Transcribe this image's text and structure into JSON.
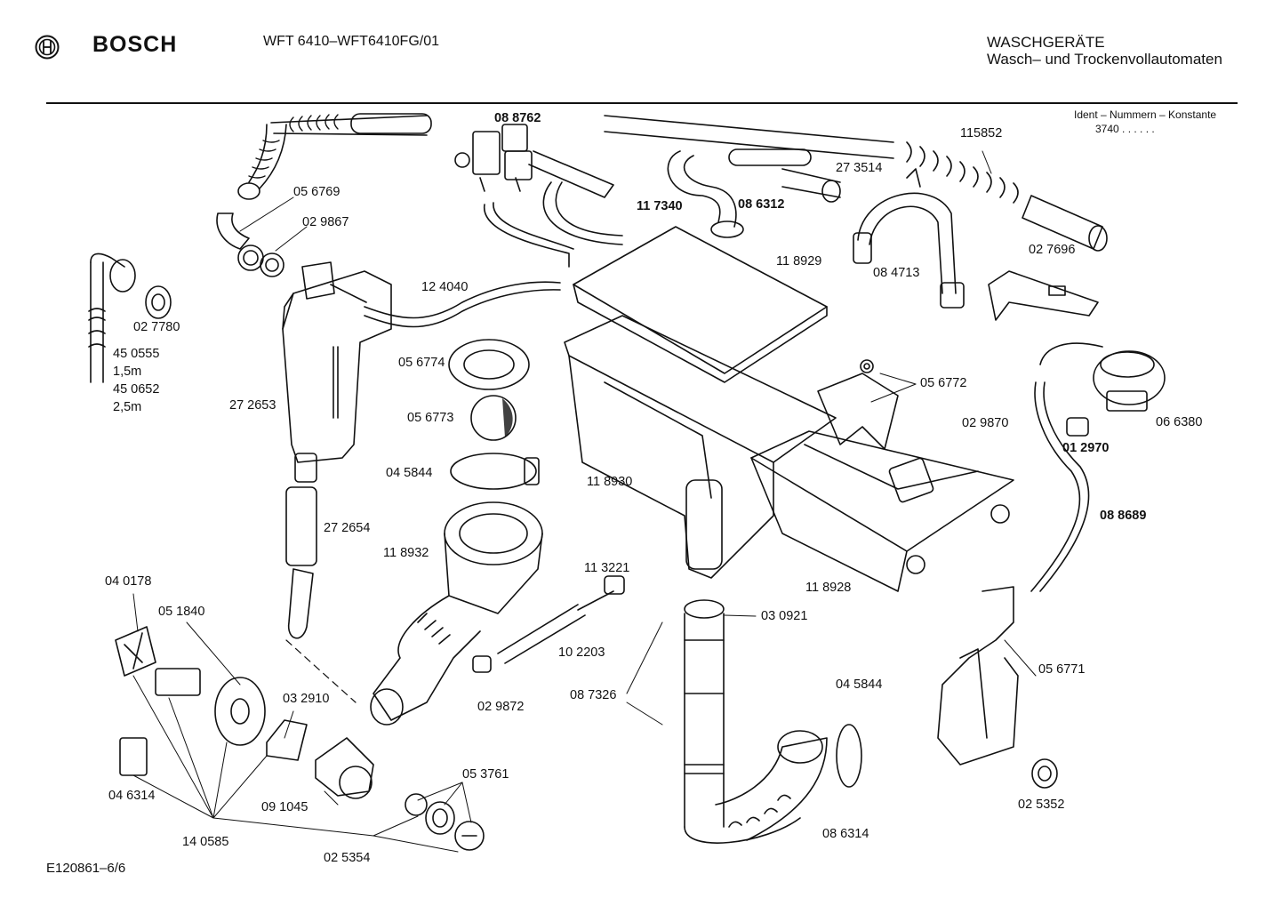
{
  "header": {
    "brand": "BOSCH",
    "model": "WFT 6410–WFT6410FG/01",
    "category_line1": "WASCHGERÄTE",
    "category_line2": "Wasch– und Trockenvollautomaten",
    "ident_caption": "Ident – Nummern – Konstante",
    "ident_value": "3740 . . . . . ."
  },
  "footer": {
    "drawing_code": "E120861–6/6"
  },
  "parts": [
    {
      "id": "p088762",
      "text": "08 8762",
      "bold": true
    },
    {
      "id": "p115852",
      "text": "115852",
      "bold": false
    },
    {
      "id": "p273514",
      "text": "27 3514",
      "bold": false
    },
    {
      "id": "p117340",
      "text": "11 7340",
      "bold": true
    },
    {
      "id": "p086312",
      "text": "08 6312",
      "bold": true
    },
    {
      "id": "p056769",
      "text": "05 6769",
      "bold": false
    },
    {
      "id": "p029867",
      "text": "02 9867",
      "bold": false
    },
    {
      "id": "p027696",
      "text": "02 7696",
      "bold": false
    },
    {
      "id": "p084713",
      "text": "08 4713",
      "bold": false
    },
    {
      "id": "p118929",
      "text": "11 8929",
      "bold": false
    },
    {
      "id": "p124040",
      "text": "12 4040",
      "bold": false
    },
    {
      "id": "p027780",
      "text": "02 7780",
      "bold": false
    },
    {
      "id": "p450555",
      "text": "45 0555",
      "bold": false
    },
    {
      "id": "p15m",
      "text": "1,5m",
      "bold": false
    },
    {
      "id": "p450652",
      "text": "45 0652",
      "bold": false
    },
    {
      "id": "p25m",
      "text": "2,5m",
      "bold": false
    },
    {
      "id": "p056774",
      "text": "05 6774",
      "bold": false
    },
    {
      "id": "p056772",
      "text": "05 6772",
      "bold": false
    },
    {
      "id": "p272653",
      "text": "27 2653",
      "bold": false
    },
    {
      "id": "p056773",
      "text": "05 6773",
      "bold": false
    },
    {
      "id": "p066380",
      "text": "06 6380",
      "bold": false
    },
    {
      "id": "p029870",
      "text": "02 9870",
      "bold": false
    },
    {
      "id": "p012970",
      "text": "01 2970",
      "bold": true
    },
    {
      "id": "p045844a",
      "text": "04 5844",
      "bold": false
    },
    {
      "id": "p118930",
      "text": "11 8930",
      "bold": false
    },
    {
      "id": "p088689",
      "text": "08 8689",
      "bold": true
    },
    {
      "id": "p272654",
      "text": "27 2654",
      "bold": false
    },
    {
      "id": "p118932",
      "text": "11 8932",
      "bold": false
    },
    {
      "id": "p113221",
      "text": "11 3221",
      "bold": false
    },
    {
      "id": "p118928",
      "text": "11 8928",
      "bold": false
    },
    {
      "id": "p040178",
      "text": "04 0178",
      "bold": false
    },
    {
      "id": "p051840",
      "text": "05 1840",
      "bold": false
    },
    {
      "id": "p030921",
      "text": "03 0921",
      "bold": false
    },
    {
      "id": "p102203",
      "text": "10 2203",
      "bold": false
    },
    {
      "id": "p087326",
      "text": "08 7326",
      "bold": false
    },
    {
      "id": "p056771",
      "text": "05 6771",
      "bold": false
    },
    {
      "id": "p045844b",
      "text": "04 5844",
      "bold": false
    },
    {
      "id": "p032910",
      "text": "03 2910",
      "bold": false
    },
    {
      "id": "p029872",
      "text": "02 9872",
      "bold": false
    },
    {
      "id": "p053761",
      "text": "05 3761",
      "bold": false
    },
    {
      "id": "p046314",
      "text": "04 6314",
      "bold": false
    },
    {
      "id": "p091045",
      "text": "09 1045",
      "bold": false
    },
    {
      "id": "p025352",
      "text": "02 5352",
      "bold": false
    },
    {
      "id": "p140585",
      "text": "14 0585",
      "bold": false
    },
    {
      "id": "p086314",
      "text": "08 6314",
      "bold": false
    },
    {
      "id": "p025354",
      "text": "02 5354",
      "bold": false
    }
  ]
}
